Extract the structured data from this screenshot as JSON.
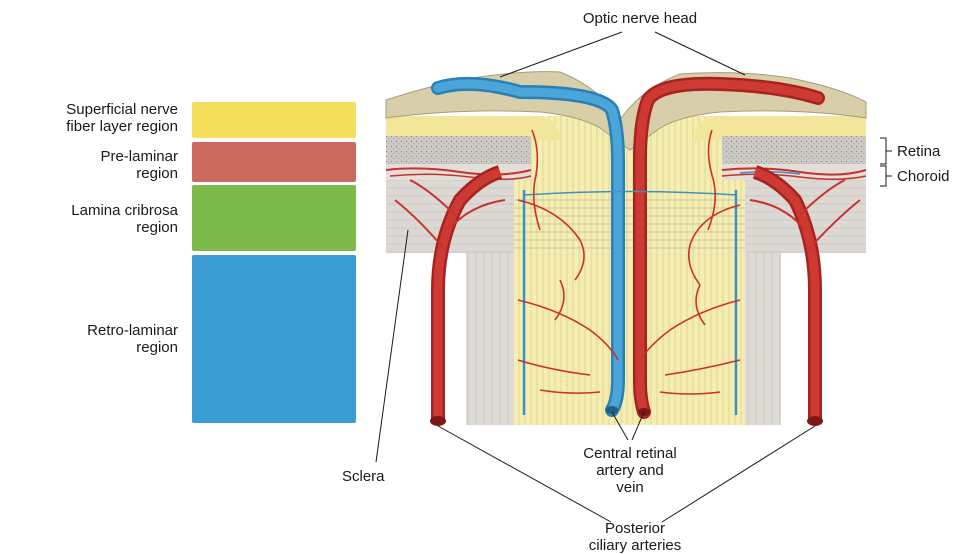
{
  "title": "Optic nerve head",
  "regions": [
    {
      "label": "Superficial nerve fiber layer region",
      "line1": "Superficial nerve",
      "line2": "fiber layer region",
      "color": "#f4de5b"
    },
    {
      "label": "Pre-laminar region",
      "line1": "Pre-laminar",
      "line2": "region",
      "color": "#cd6a5f"
    },
    {
      "label": "Lamina cribrosa region",
      "line1": "Lamina cribrosa",
      "line2": "region",
      "color": "#7db94b"
    },
    {
      "label": "Retro-laminar region",
      "line1": "Retro-laminar",
      "line2": "region",
      "color": "#3a9cd2"
    }
  ],
  "layers": {
    "retina": "Retina",
    "choroid": "Choroid"
  },
  "sclera": "Sclera",
  "central_vessels": {
    "line1": "Central retinal",
    "line2": "artery and",
    "line3": "vein"
  },
  "ciliary": {
    "line1": "Posterior",
    "line2": "ciliary arteries"
  },
  "colors": {
    "artery": "#c8312d",
    "vein": "#3a93c6",
    "nerve": "#f6eeb0",
    "retina": "#c9c5c1",
    "sclera": "#d9d6d2",
    "disc": "#d8cfaa"
  }
}
